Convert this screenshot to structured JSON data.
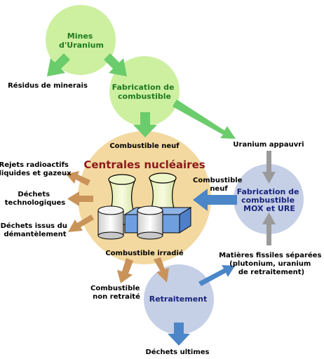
{
  "nodes": {
    "mines": [
      "Mines",
      "d'Uranium"
    ],
    "fabrication": [
      "Fabrication de",
      "combustible"
    ],
    "centrales": "Centrales nucléaires",
    "mox": [
      "Fabrication de",
      "combustible",
      "MOX et URE"
    ],
    "retraitement": "Retraitement"
  },
  "labels": {
    "residus": "Résidus de minerais",
    "combustible_neuf": "Combustible neuf",
    "uranium_appauvri": "Uranium appauvri",
    "rejets": [
      "Rejets radioactifs",
      "liquides et gazeux"
    ],
    "dechets_techno": [
      "Déchets",
      "technologiques"
    ],
    "dechets_demant": [
      "Déchets issus du",
      "démantèlement"
    ],
    "combustible_neuf_mox": [
      "Combustible",
      "neuf"
    ],
    "combustible_irradie": "Combustible irradié",
    "combustible_non_retraite": [
      "Combustible",
      "non retraité"
    ],
    "matieres_fissiles": [
      "Matières fissiles séparées",
      "(plutonium, uranium",
      "de retraitement)"
    ],
    "dechets_ultimes": "Déchets ultimes"
  },
  "colors": {
    "green_node": "#cdf0a0",
    "green_arrow": "#6bcc6b",
    "blue_node": "#c5cfe6",
    "blue_arrow": "#4a86c8",
    "orange_node": "#f3d9a0",
    "brown_arrow": "#c9935a",
    "gray_arrow": "#9a9a9a"
  }
}
